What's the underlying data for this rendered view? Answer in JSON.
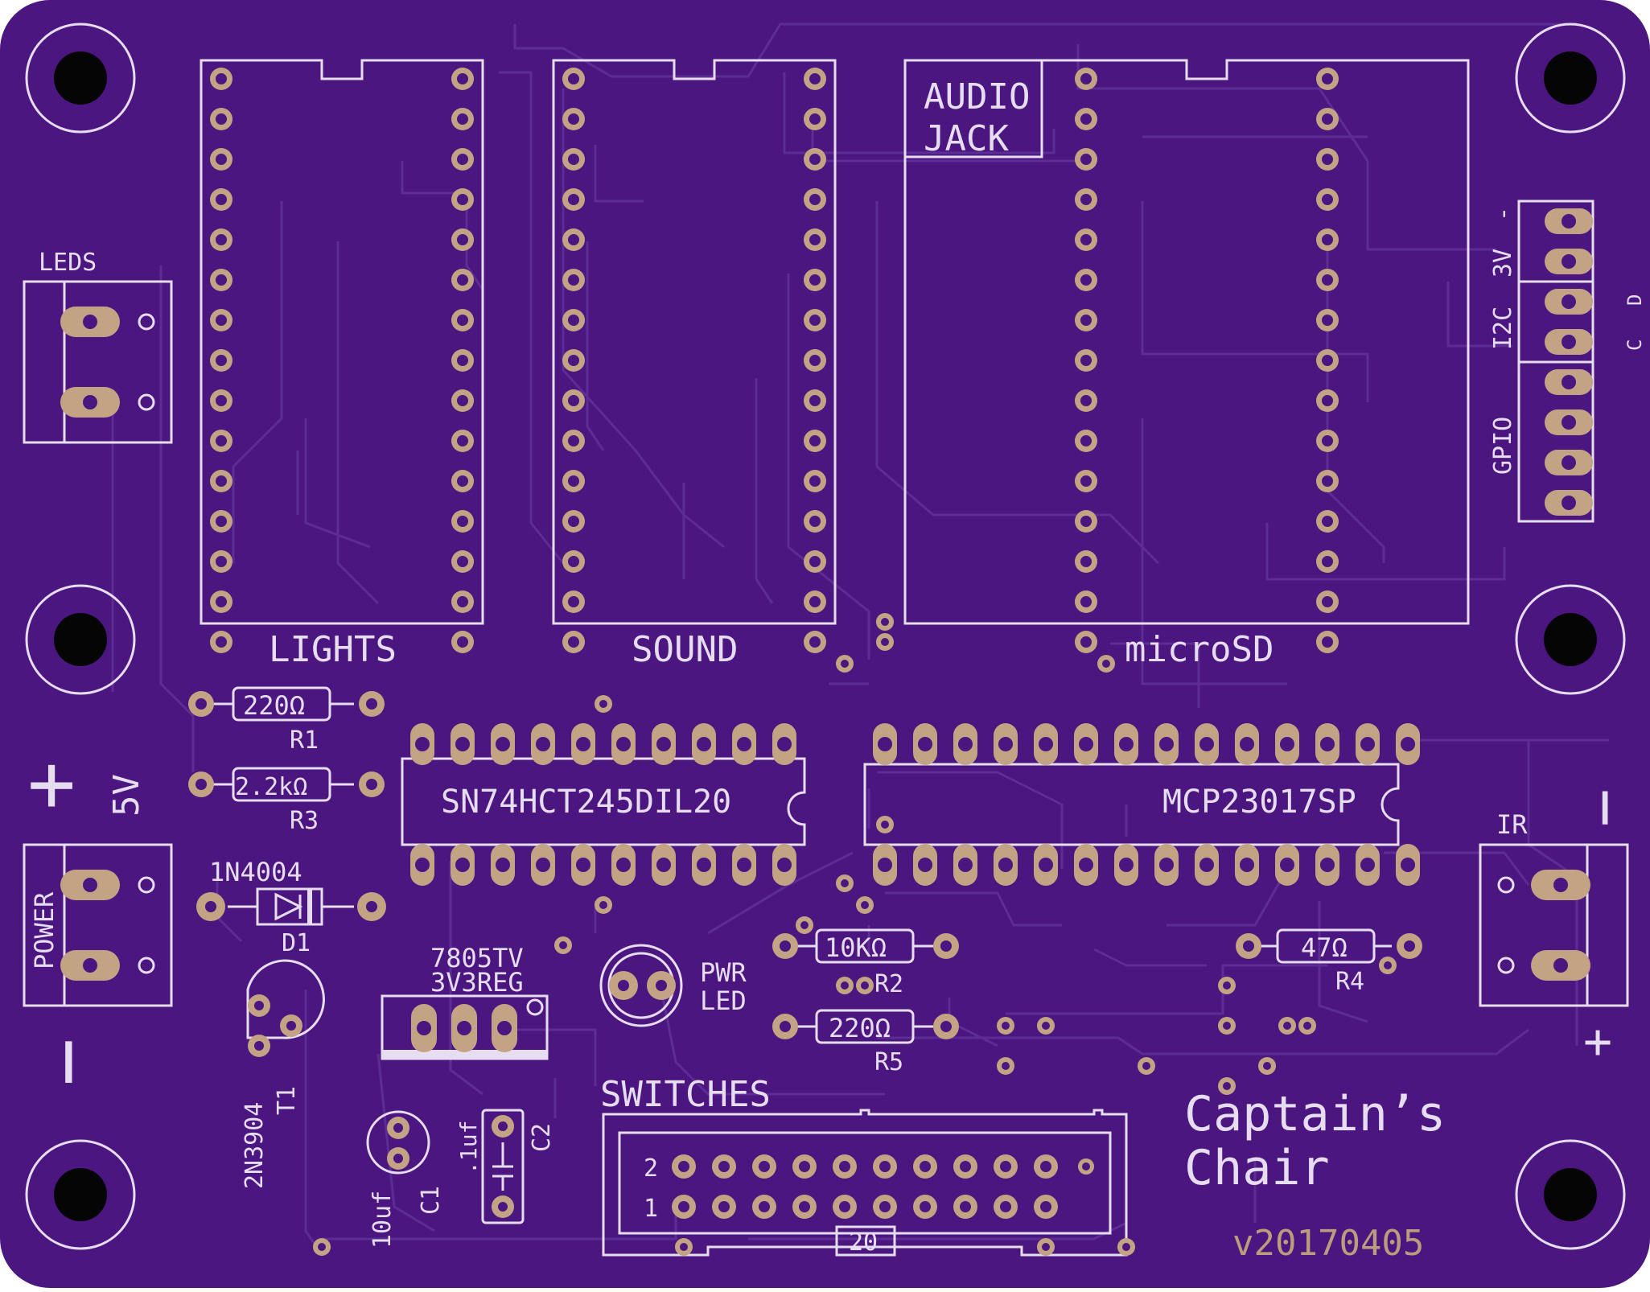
{
  "colors": {
    "board": "#4b1680",
    "trace": "#5d2c94",
    "silk": "#e6ddf0",
    "pad": "#c4a384",
    "drill": "#050505",
    "version": "#bc9c7c"
  },
  "labels": {
    "leds": "LEDS",
    "lights": "LIGHTS",
    "sound": "SOUND",
    "audio_jack_1": "AUDIO",
    "audio_jack_2": "JACK",
    "microsd": "microSD",
    "r1_value": "220Ω",
    "r1_ref": "R1",
    "r3_value": "2.2kΩ",
    "r3_ref": "R3",
    "plus_top": "+",
    "five_v": "5V",
    "power": "POWER",
    "minus_left": "−",
    "diode_part": "1N4004",
    "diode_ref": "D1",
    "transistor_part": "2N3904",
    "transistor_ref": "T1",
    "reg_part_1": "7805TV",
    "reg_part_2": "3V3REG",
    "pwr_led_1": "PWR",
    "pwr_led_2": "LED",
    "r2_value": "10KΩ",
    "r2_ref": "R2",
    "r5_value": "220Ω",
    "r5_ref": "R5",
    "switches": "SWITCHES",
    "c1_value": "10uf",
    "c1_ref": "C1",
    "c2_value": ".1uf",
    "c2_ref": "C2",
    "ic1_part": "SN74HCT245DIL20",
    "ic2_part": "MCP23017SP",
    "r4_value": "47Ω",
    "r4_ref": "R4",
    "ir": "IR",
    "minus_right": "−",
    "plus_right": "+",
    "header_3v": "3V",
    "header_dash": "-",
    "header_i2c": "I2C",
    "header_gpio": "GPIO",
    "header_c": "C",
    "header_d": "D",
    "header_row_2": "2",
    "header_row_1": "1",
    "header_pins": "20",
    "title_1": "Captain’s",
    "title_2": "Chair",
    "version": "v20170405"
  }
}
